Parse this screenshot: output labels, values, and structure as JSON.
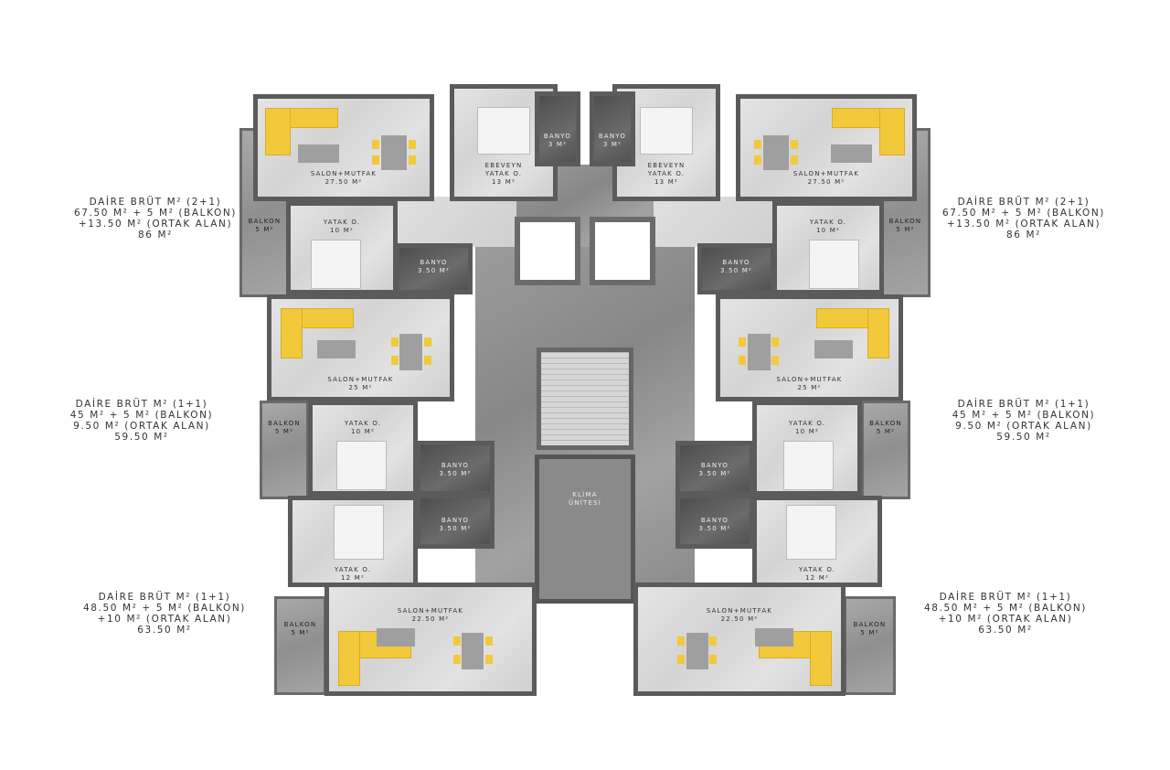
{
  "unit_summaries": {
    "left_top": [
      "DAİRE BRÜT M² (2+1)",
      "67.50 M² + 5 M² (BALKON)",
      "+13.50 M² (ORTAK ALAN)",
      "86 M²"
    ],
    "right_top": [
      "DAİRE BRÜT M² (2+1)",
      "67.50 M² + 5 M² (BALKON)",
      "+13.50 M² (ORTAK ALAN)",
      "86 M²"
    ],
    "left_middle": [
      "DAİRE BRÜT M² (1+1)",
      "45 M² + 5 M² (BALKON)",
      "9.50 M² (ORTAK ALAN)",
      "59.50 M²"
    ],
    "right_middle": [
      "DAİRE BRÜT M² (1+1)",
      "45 M² + 5 M² (BALKON)",
      "9.50 M² (ORTAK ALAN)",
      "59.50 M²"
    ],
    "left_bottom": [
      "DAİRE BRÜT M² (1+1)",
      "48.50 M² + 5 M² (BALKON)",
      "+10 M² (ORTAK ALAN)",
      "63.50 M²"
    ],
    "right_bottom": [
      "DAİRE BRÜT M² (1+1)",
      "48.50 M² + 5 M² (BALKON)",
      "+10 M² (ORTAK ALAN)",
      "63.50 M²"
    ]
  },
  "rooms": {
    "balkon_top": {
      "name": "BALKON",
      "area": "5 M²"
    },
    "salon_top": {
      "name": "SALON+MUTFAK",
      "area": "27.50 M²"
    },
    "ebeveyn": {
      "name": "EBEVEYN",
      "name2": "YATAK O.",
      "area": "13 M²"
    },
    "banyo_top": {
      "name": "BANYO",
      "area": "3 M²"
    },
    "yatak_top": {
      "name": "YATAK O.",
      "area": "10 M²"
    },
    "banyo_top2": {
      "name": "BANYO",
      "area": "3.50 M²"
    },
    "salon_mid": {
      "name": "SALON+MUTFAK",
      "area": "25 M²"
    },
    "balkon_mid": {
      "name": "BALKON",
      "area": "5 M²"
    },
    "yatak_mid": {
      "name": "YATAK O.",
      "area": "10 M²"
    },
    "banyo_mid1": {
      "name": "BANYO",
      "area": "3.50 M²"
    },
    "banyo_mid2": {
      "name": "BANYO",
      "area": "3.50 M²"
    },
    "yatak_bot": {
      "name": "YATAK O.",
      "area": "12 M²"
    },
    "salon_bot": {
      "name": "SALON+MUTFAK",
      "area": "22.50 M²"
    },
    "balkon_bot": {
      "name": "BALKON",
      "area": "5 M²"
    }
  },
  "core": {
    "klima": {
      "name": "KLİMA",
      "name2": "ÜNİTESİ"
    }
  },
  "colors": {
    "sofa": "#f1c93b",
    "wall": "#5b5b5b",
    "balcony": "#9c9c9c"
  }
}
